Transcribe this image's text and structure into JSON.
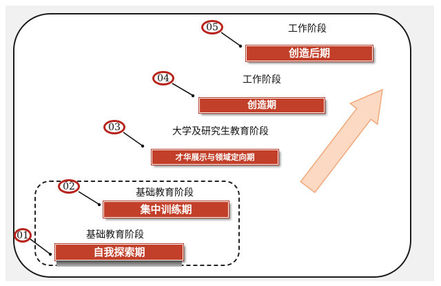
{
  "stages": [
    {
      "num": "01",
      "caption": "基础教育阶段",
      "label": "自我探索期"
    },
    {
      "num": "02",
      "caption": "基础教育阶段",
      "label": "集中训练期"
    },
    {
      "num": "03",
      "caption": "大学及研究生教育阶段",
      "label": "才华展示与领域定向期"
    },
    {
      "num": "04",
      "caption": "工作阶段",
      "label": "创造期"
    },
    {
      "num": "05",
      "caption": "工作阶段",
      "label": "创造后期"
    }
  ],
  "colors": {
    "bar": "#c2402a",
    "badge_ring": "#b8241c",
    "arrow_fill": "#fbd9c3",
    "arrow_stroke": "#f0a77a"
  }
}
